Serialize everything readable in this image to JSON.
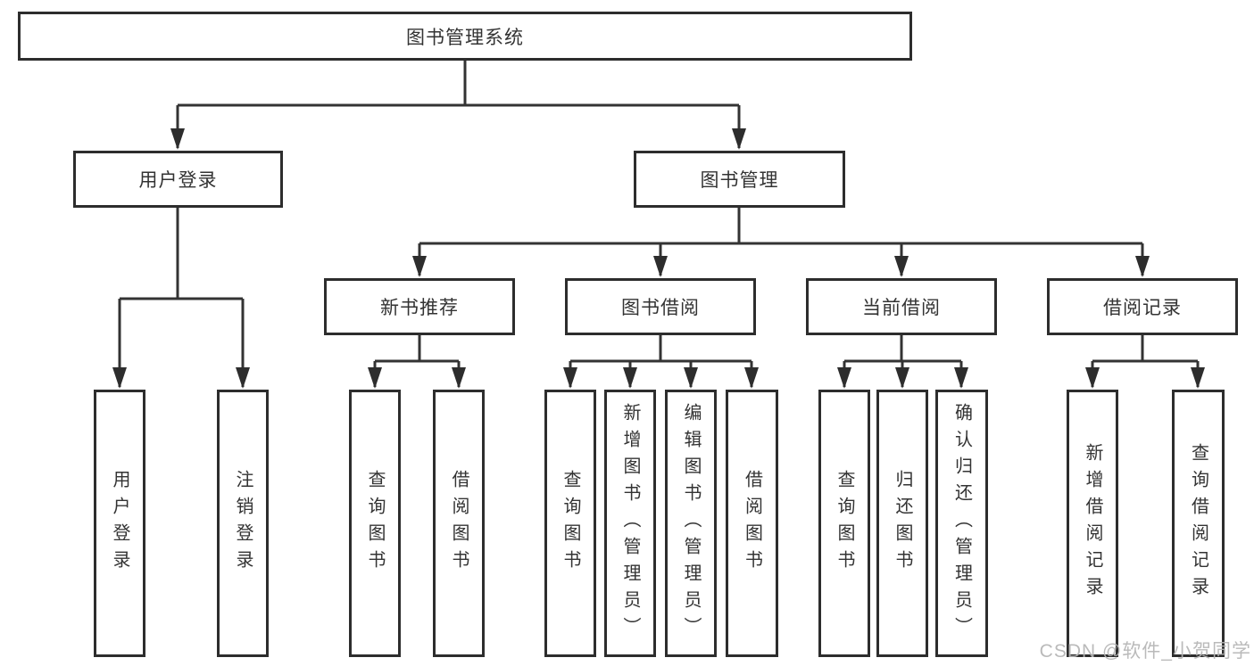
{
  "tree": {
    "label": "图书管理系统",
    "children": [
      {
        "label": "用户登录",
        "children": [
          {
            "label": "用户登录"
          },
          {
            "label": "注销登录"
          }
        ]
      },
      {
        "label": "图书管理",
        "children": [
          {
            "label": "新书推荐",
            "children": [
              {
                "label": "查询图书"
              },
              {
                "label": "借阅图书"
              }
            ]
          },
          {
            "label": "图书借阅",
            "children": [
              {
                "label": "查询图书"
              },
              {
                "label": "新增图书（管理员）"
              },
              {
                "label": "编辑图书（管理员）"
              },
              {
                "label": "借阅图书"
              }
            ]
          },
          {
            "label": "当前借阅",
            "children": [
              {
                "label": "查询图书"
              },
              {
                "label": "归还图书"
              },
              {
                "label": "确认归还（管理员）"
              }
            ]
          },
          {
            "label": "借阅记录",
            "children": [
              {
                "label": "新增借阅记录"
              },
              {
                "label": "查询借阅记录"
              }
            ]
          }
        ]
      }
    ]
  },
  "watermark": {
    "text": "CSDN @软件_小贺同学"
  },
  "colors": {
    "line": "#333333",
    "border": "#2d2d2d",
    "text": "#333333",
    "watermark_text": "#b5b5b5",
    "background": "#ffffff"
  }
}
